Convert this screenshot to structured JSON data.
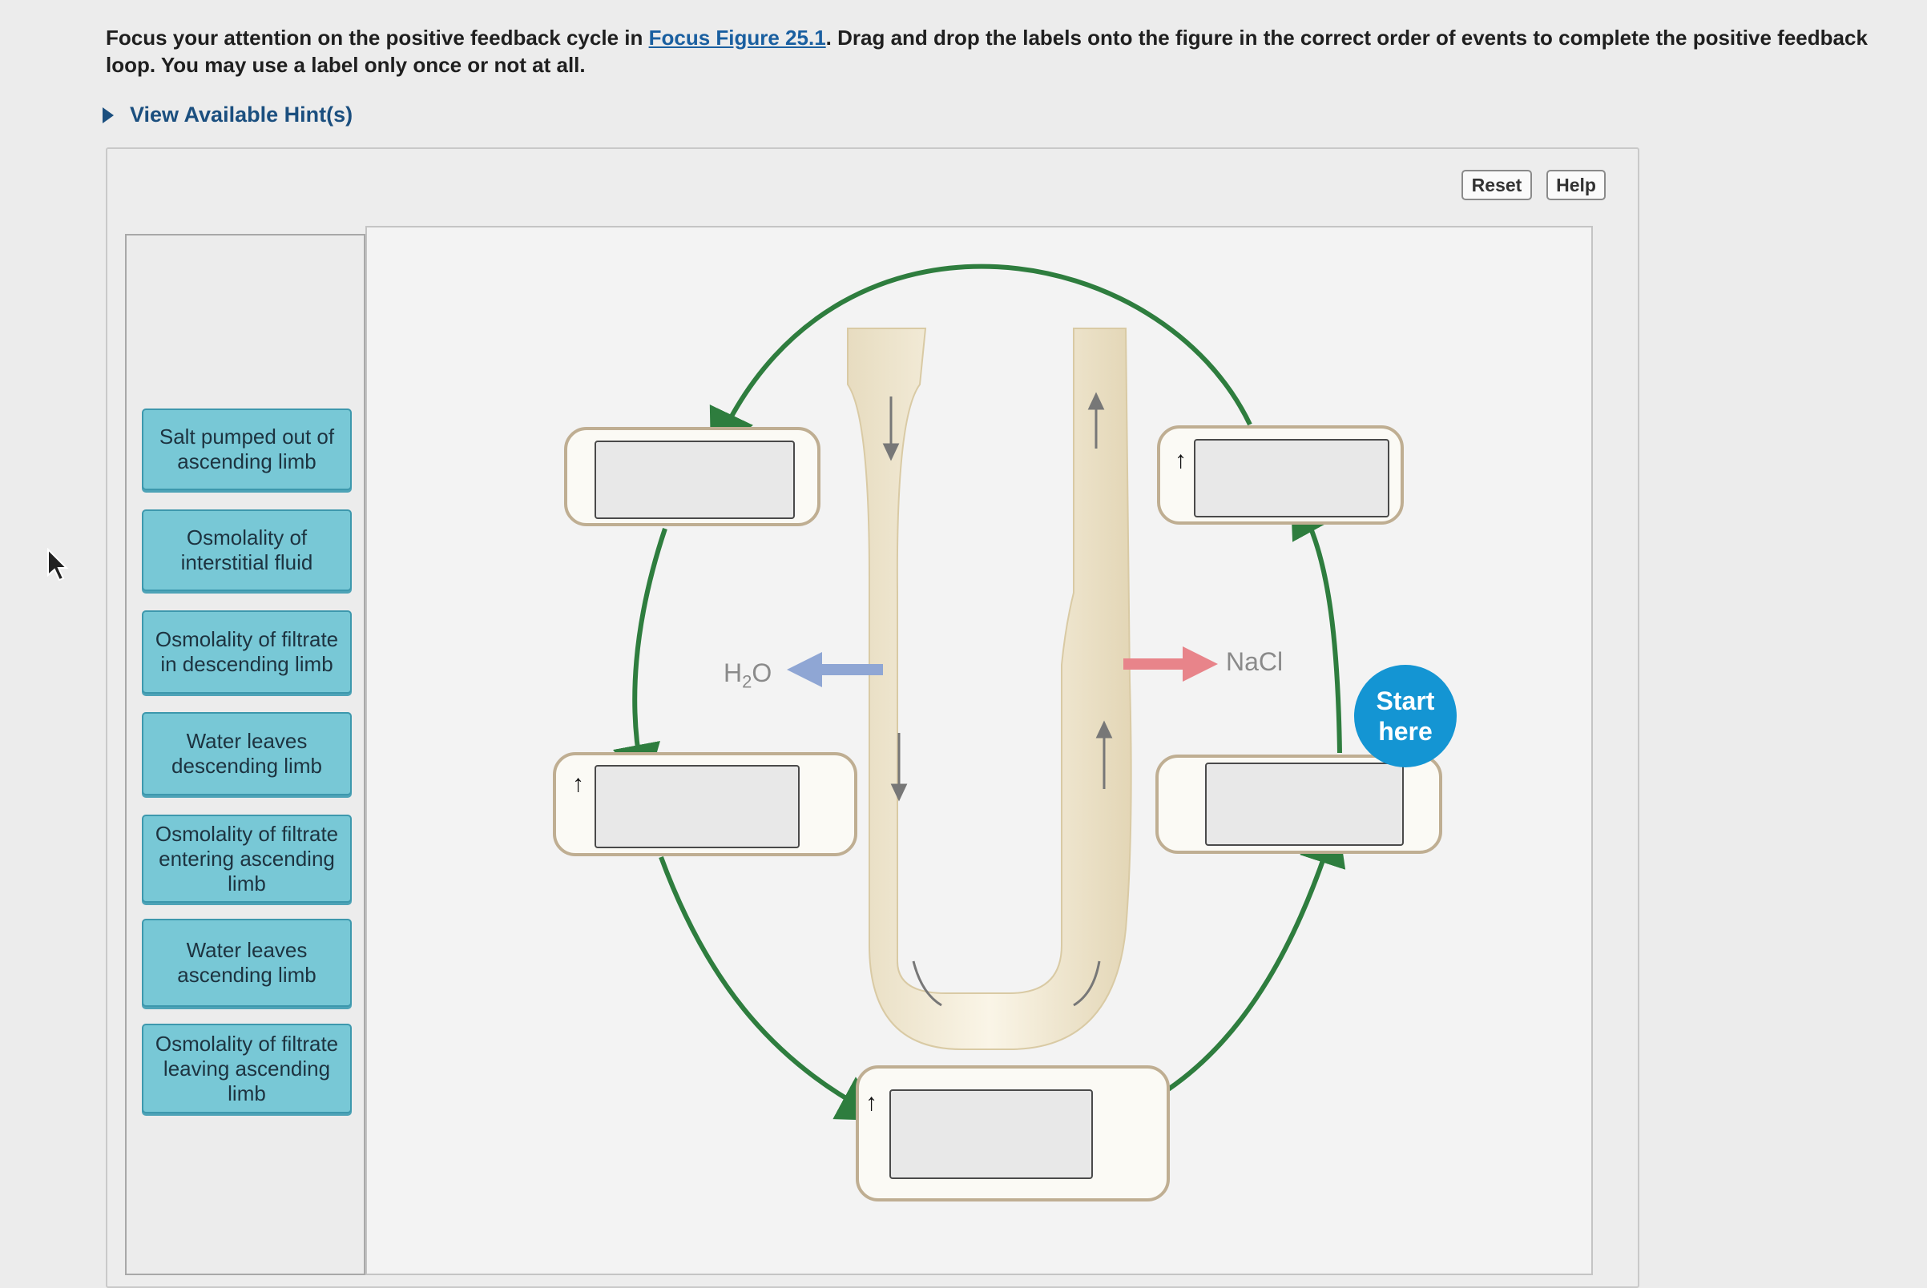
{
  "prompt": {
    "before_link": "Focus your attention on the positive feedback cycle in ",
    "link": "Focus Figure 25.1",
    "after_link": ". Drag and drop the labels onto the figure in the correct order of events to complete the positive feedback loop. You may use a label only once or not at all."
  },
  "hint_label": "View Available Hint(s)",
  "toolbar": {
    "reset": "Reset",
    "help": "Help"
  },
  "labels": [
    "Salt pumped out of ascending limb",
    "Osmolality of interstitial fluid",
    "Osmolality of filtrate in descending limb",
    "Water leaves descending limb",
    "Osmolality of filtrate entering ascending limb",
    "Water leaves ascending limb",
    "Osmolality of filtrate leaving ascending limb"
  ],
  "figure": {
    "water_label": "H",
    "water_sub": "2",
    "water_label_end": "O",
    "salt_label": "NaCl",
    "start_line1": "Start",
    "start_line2": "here",
    "up_marker": "↑",
    "colors": {
      "cycle_arrow": "#2e7d3e",
      "start_badge": "#1495d3",
      "label_tile": "#78c8d6",
      "water_arrow": "#8fa6d4",
      "salt_arrow": "#e8848a"
    }
  }
}
